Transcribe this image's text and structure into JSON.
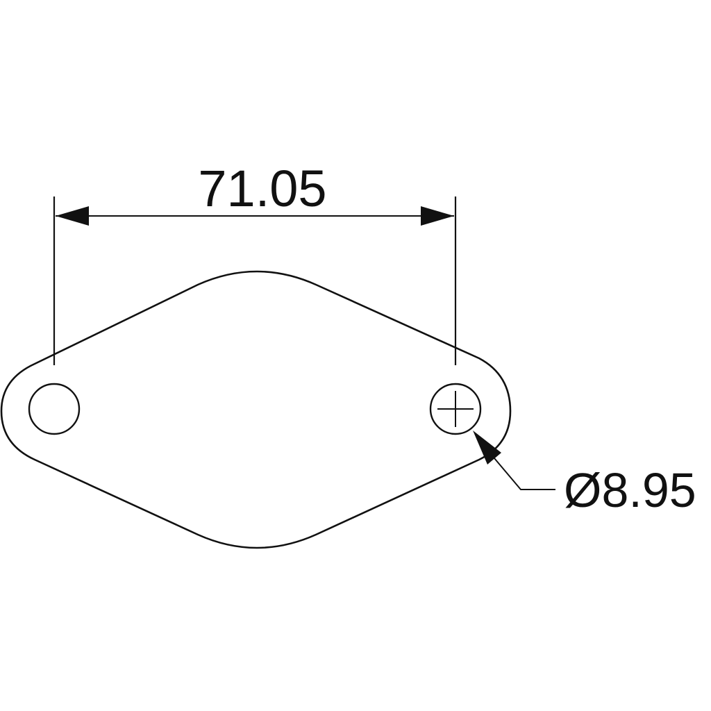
{
  "drawing": {
    "type": "technical-drawing",
    "subject": "two-hole flange gasket plate",
    "line_color": "#111111",
    "background_color": "#ffffff",
    "dimensions": {
      "hole_spacing": {
        "label": "71.05",
        "value": 71.05,
        "orientation": "horizontal"
      },
      "hole_diameter": {
        "label": "Ø8.95",
        "value": 8.95,
        "symbol": "Ø"
      }
    },
    "features": {
      "holes": [
        {
          "name": "left-hole",
          "has_center_mark": false
        },
        {
          "name": "right-hole",
          "has_center_mark": true
        }
      ]
    }
  }
}
